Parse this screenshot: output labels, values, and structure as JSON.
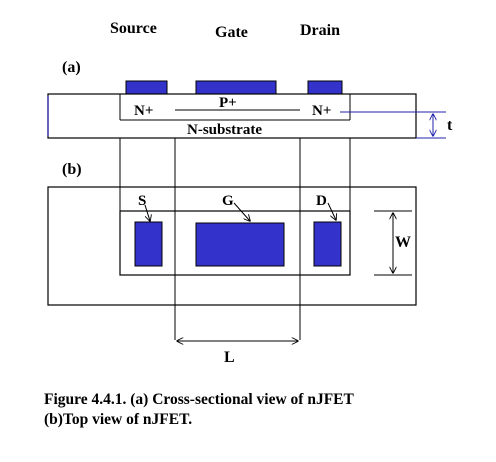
{
  "cross_section": {
    "panel_label": "(a)",
    "terminals": {
      "source": "Source",
      "gate": "Gate",
      "drain": "Drain"
    },
    "regions": {
      "n_plus_left": "N+",
      "p_plus": "P+",
      "n_plus_right": "N+",
      "substrate": "N-substrate"
    },
    "thickness_label": "t"
  },
  "top_view": {
    "panel_label": "(b)",
    "contacts": {
      "source": "S",
      "gate": "G",
      "drain": "D"
    },
    "width_label": "W",
    "length_label": "L"
  },
  "caption": {
    "line1": "Figure 4.4.1. (a) Cross-sectional view of nJFET",
    "line2": "(b)Top view of nJFET."
  },
  "colors": {
    "contact_fill": "#3333cc",
    "thickness_marker": "#2222aa",
    "line": "#000000"
  }
}
